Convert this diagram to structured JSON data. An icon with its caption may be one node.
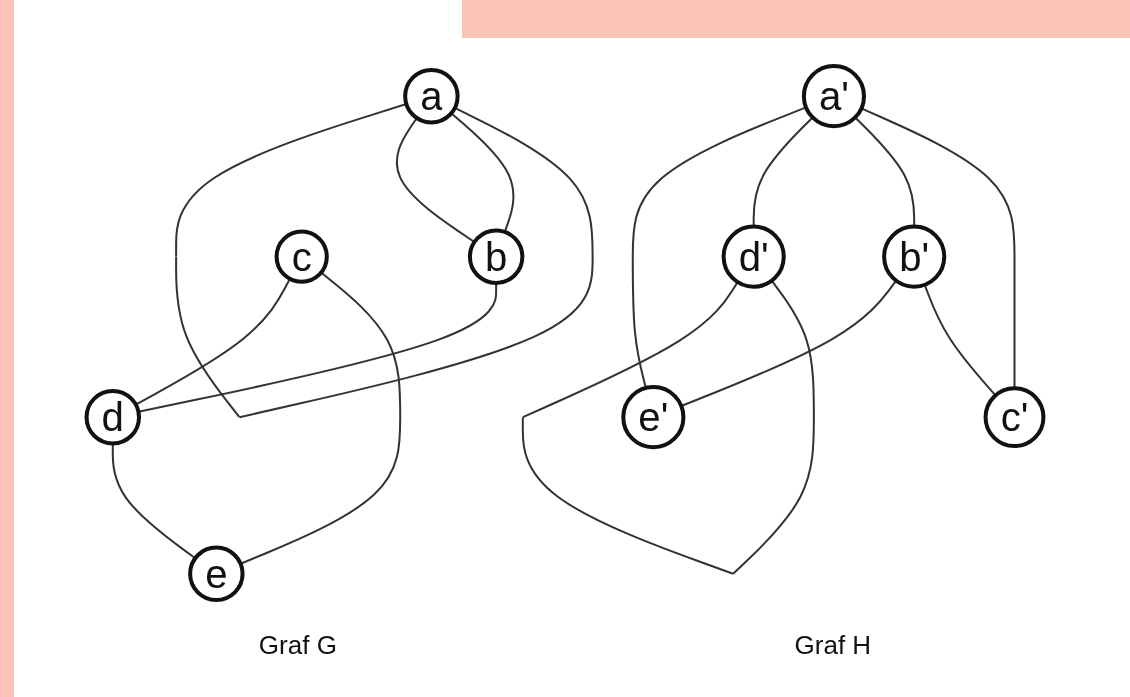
{
  "diagram": {
    "nodes": [
      {
        "text": [
          "a"
        ]
      },
      {
        "text": [
          "b"
        ]
      },
      {
        "text": [
          "c"
        ]
      },
      {
        "text": [
          "d"
        ]
      },
      {
        "text": [
          "e"
        ]
      },
      {
        "text": [
          "a'"
        ]
      },
      {
        "text": [
          "b'"
        ]
      },
      {
        "text": [
          "c'"
        ]
      },
      {
        "text": [
          "d'"
        ]
      },
      {
        "text": [
          "e'"
        ]
      }
    ],
    "edges": [
      {
        "from": 0,
        "to": 0,
        "arrow": "none"
      },
      {
        "from": 0,
        "to": 1,
        "arrow": "none"
      },
      {
        "from": 0,
        "to": 1,
        "arrow": "none"
      },
      {
        "from": 1,
        "to": 3,
        "arrow": "none"
      },
      {
        "from": 2,
        "to": 3,
        "arrow": "none"
      },
      {
        "from": 3,
        "to": 4,
        "arrow": "none"
      },
      {
        "from": 2,
        "to": 4,
        "arrow": "none"
      },
      {
        "from": 5,
        "to": 9,
        "arrow": "none"
      },
      {
        "from": 5,
        "to": 8,
        "arrow": "none"
      },
      {
        "from": 5,
        "to": 6,
        "arrow": "none"
      },
      {
        "from": 5,
        "to": 7,
        "arrow": "none"
      },
      {
        "from": 6,
        "to": 9,
        "arrow": "none"
      },
      {
        "from": 6,
        "to": 7,
        "arrow": "none"
      },
      {
        "from": 8,
        "to": 8,
        "arrow": "none"
      }
    ],
    "labels": [
      "Graf G",
      "Graf H"
    ]
  }
}
